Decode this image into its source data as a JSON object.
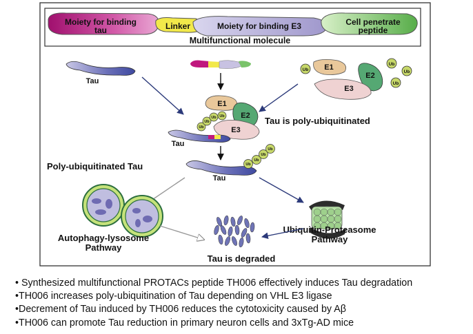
{
  "molecule": {
    "segments": [
      "Moiety for binding tau",
      "Linker",
      "Moiety for binding E3",
      "Cell penetrate peptide"
    ],
    "seg1_line1": "Moiety for binding",
    "seg1_line2": "tau",
    "seg2": "Linker",
    "seg3": "Moiety for binding E3",
    "seg4_line1": "Cell penetrate",
    "seg4_line2": "peptide",
    "title": "Multifunctional molecule"
  },
  "labels": {
    "tau_top": "Tau",
    "e1": "E1",
    "e2": "E2",
    "e3": "E3",
    "ub": "Ub",
    "poly_ub_statement": "Tau is poly-ubiquitinated",
    "complex_e1": "E1",
    "complex_e2": "E2",
    "complex_e3": "E3",
    "complex_tau": "Tau",
    "poly_ub_tau": "Poly-ubiquitinated Tau",
    "tau_mid": "Tau",
    "autophagy_line1": "Autophagy-lysosome",
    "autophagy_line2": "Pathway",
    "ups_line1": "Ubiquitin-Proteasome",
    "ups_line2": "Pathway",
    "degraded": "Tau is degraded"
  },
  "bullets": [
    "• Synthesized multifunctional PROTACs peptide TH006 effectively induces Tau degradation",
    "•TH006 increases poly-ubiquitination of Tau depending on VHL E3 ligase",
    "•Decrement of Tau induced by TH006 reduces the cytotoxicity caused by Aβ",
    "•TH006 can promote Tau reduction in primary neuron cells and 3xTg-AD mice"
  ],
  "colors": {
    "tau_moiety": "#b0187a",
    "linker": "#f2e94a",
    "e3_moiety": "#b9b2d8",
    "cpp": "#7ac36a",
    "e1": "#e9c89b",
    "e2": "#55a873",
    "e3": "#e7c5c5",
    "ub": "#c7d86a",
    "tau": "#5a62b0"
  }
}
